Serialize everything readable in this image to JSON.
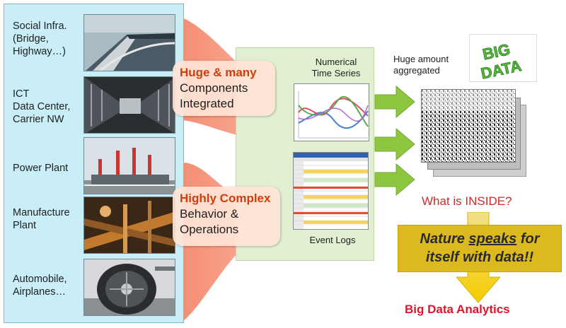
{
  "left_panel": {
    "rows": [
      {
        "lines": [
          "Social Infra.",
          "(Bridge,",
          "Highway…)"
        ],
        "image_icon": "bridge-highway-photo"
      },
      {
        "lines": [
          "ICT",
          "Data Center,",
          "Carrier NW"
        ],
        "image_icon": "data-center-photo"
      },
      {
        "lines": [
          "Power Plant"
        ],
        "image_icon": "power-plant-photo"
      },
      {
        "lines": [
          "Manufacture",
          "Plant"
        ],
        "image_icon": "factory-photo"
      },
      {
        "lines": [
          "Automobile,",
          "Airplanes…"
        ],
        "image_icon": "jet-engine-photo"
      }
    ]
  },
  "stage_1": {
    "heading": "Huge & many",
    "body_lines": [
      "Components",
      "Integrated"
    ]
  },
  "stage_2": {
    "heading": "Highly Complex",
    "body_lines": [
      "Behavior &",
      "Operations"
    ]
  },
  "middle": {
    "time_series_label_lines": [
      "Numerical",
      "Time Series"
    ],
    "event_logs_label": "Event Logs"
  },
  "right": {
    "aggregate_label_lines": [
      "Huge amount",
      "aggregated"
    ],
    "logo_lines": [
      "BIG",
      "DATA"
    ],
    "question": "What is INSIDE?",
    "nature_prefix": "Nature ",
    "nature_emphasis": "speaks",
    "nature_suffix": " for",
    "nature_line2": "itself with data!!",
    "conclusion": "Big Data Analytics"
  },
  "colors": {
    "left_panel_bg": "#c9eef8",
    "middle_panel_bg": "#e2f0d2",
    "flow_salmon": "#f7a48a",
    "green_arrow": "#8ec63f",
    "heading_orange": "#cf3d0c",
    "question_red": "#cc2a2a",
    "nature_gold": "#dcb91e",
    "conclusion_red": "#e0142a"
  }
}
